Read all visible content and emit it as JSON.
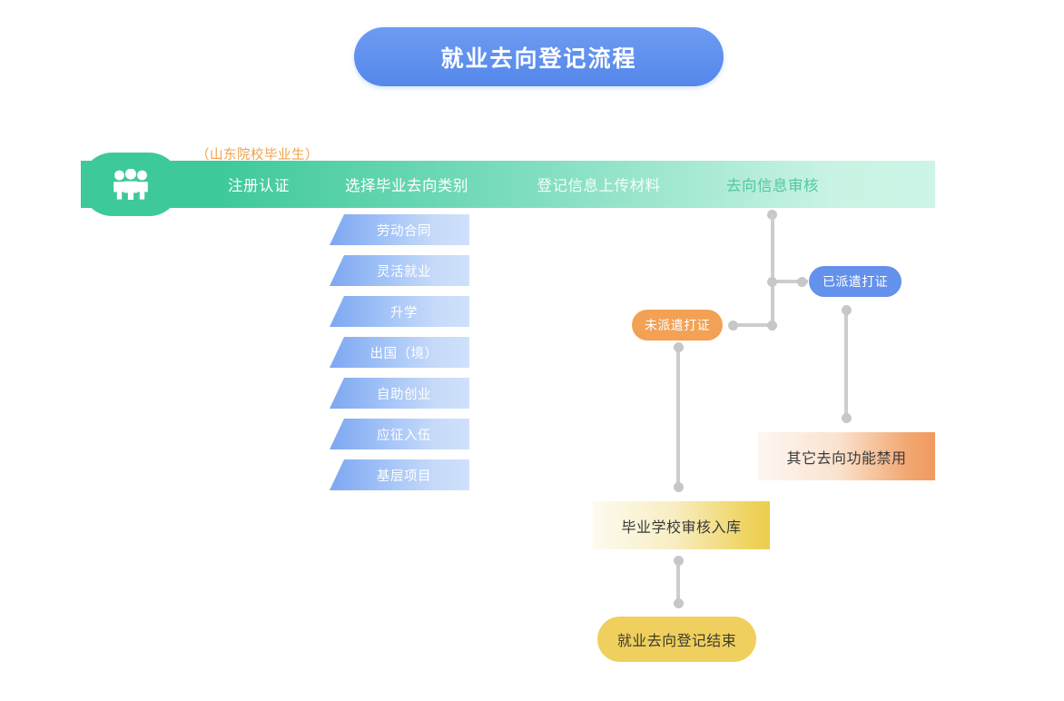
{
  "page": {
    "title": "就业去向登记流程"
  },
  "caption": {
    "text": "（山东院校毕业生）"
  },
  "stage_bar": {
    "badge_icon": "people-group-icon",
    "steps": [
      {
        "label": "注册认证"
      },
      {
        "label": "选择毕业去向类别"
      },
      {
        "label": "登记信息上传材料"
      },
      {
        "label": "去向信息审核"
      }
    ]
  },
  "categories": [
    {
      "label": "劳动合同"
    },
    {
      "label": "灵活就业"
    },
    {
      "label": "升学"
    },
    {
      "label": "出国（境）"
    },
    {
      "label": "自助创业"
    },
    {
      "label": "应征入伍"
    },
    {
      "label": "基层项目"
    }
  ],
  "nodes": {
    "undispatched": {
      "label": "未派遣打证"
    },
    "dispatched": {
      "label": "已派遣打证"
    },
    "other_disabled": {
      "label": "其它去向功能禁用"
    },
    "school_review": {
      "label": "毕业学校审核入库"
    },
    "finish": {
      "label": "就业去向登记结束"
    }
  },
  "colors": {
    "title_blue": "#5487ea",
    "stage_green": "#3ec99a",
    "stage_mint_end": "#cdf4e6",
    "chip_blue": "#7da7f1",
    "chip_blue_light": "#cfe1fb",
    "pill_orange": "#f2a155",
    "pill_blue": "#6391ec",
    "pill_yellow": "#efd05f",
    "box_orange_end": "#f09a5f",
    "box_yellow_end": "#eccd4c",
    "connector_gray": "#cdcdcd",
    "caption_orange": "#f0a04b"
  }
}
